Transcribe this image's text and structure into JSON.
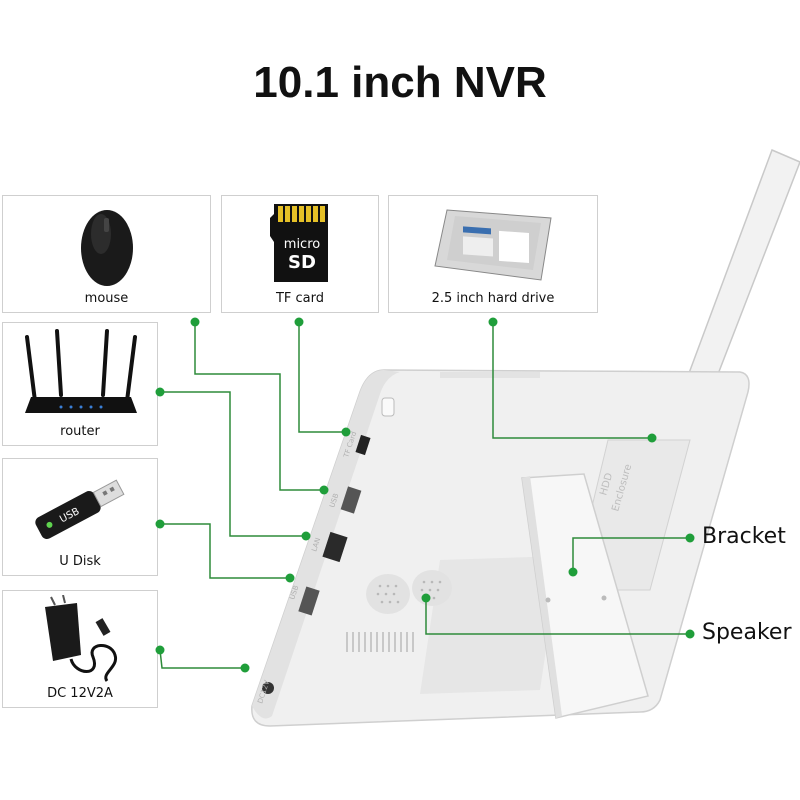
{
  "title": "10.1 inch NVR",
  "accessories": {
    "mouse": "mouse",
    "tf_card": "TF card",
    "tf_card_print_top": "micro",
    "tf_card_print_bottom": "SD",
    "hard_drive": "2.5 inch hard drive",
    "router": "router",
    "u_disk": "U Disk",
    "u_disk_print": "USB",
    "power": "DC 12V2A"
  },
  "callouts": {
    "bracket": "Bracket",
    "speaker": "Speaker"
  },
  "device_markings": {
    "hdd_enclosure_line1": "HDD",
    "hdd_enclosure_line2": "Enclosure",
    "port_tf": "TF Card",
    "port_usb_1": "USB",
    "port_lan": "LAN",
    "port_usb_2": "USB",
    "port_dc": "DC12V"
  },
  "colors": {
    "connector_line": "#2e8b3a",
    "connector_dot": "#1f9e3a",
    "device_body": "#efefef",
    "box_border": "#cfcfcf"
  }
}
